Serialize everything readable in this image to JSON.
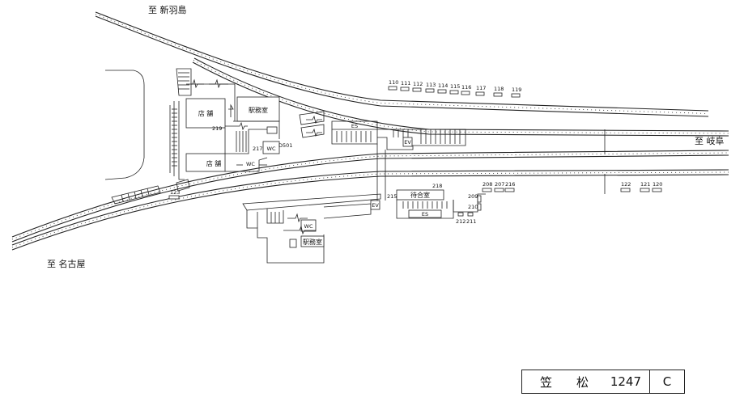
{
  "destinations": {
    "shinhashima": "至 新羽島",
    "gifu": "至 岐阜",
    "nagoya": "至 名古屋"
  },
  "rooms": {
    "shop_upper": "店 舗",
    "station_office_upper": "駅務室",
    "wc_upper": "WC",
    "shop_lower": "店 舗",
    "wc_lower": "WC",
    "es_upper": "ES",
    "ev_upper": "EV",
    "ev_lower": "EV",
    "waiting_room": "待合室",
    "es_lower": "ES",
    "wc_south": "WC",
    "station_office_south": "駅務室"
  },
  "equipment_numbers": {
    "upper_track": [
      "110",
      "111",
      "112",
      "113",
      "114",
      "115",
      "116",
      "117",
      "118",
      "119"
    ],
    "no_219": "219",
    "no_217": "217",
    "no_d501": "D501",
    "no_123": "123",
    "no_218": "218",
    "no_215": "215",
    "platform_right": [
      "208",
      "207",
      "216"
    ],
    "no_209": "209",
    "no_210": "210",
    "no_212": "212",
    "no_211": "211",
    "far_right": [
      "122",
      "121",
      "120"
    ]
  },
  "title_block": {
    "station_name_chars": [
      "笠",
      "松"
    ],
    "number": "1247",
    "sheet": "C"
  }
}
